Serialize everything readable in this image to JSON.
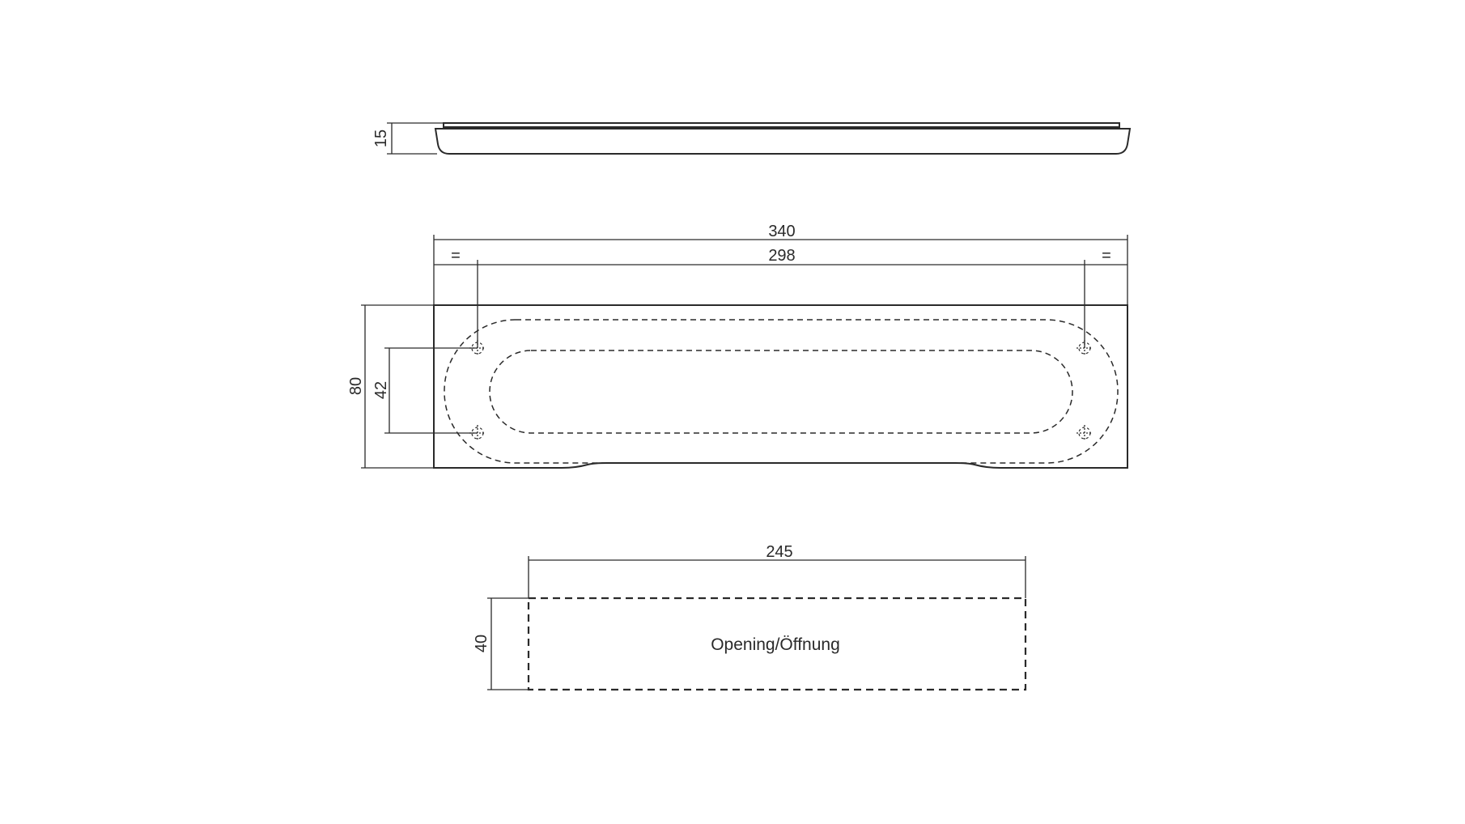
{
  "side_view": {
    "height_dim": "15"
  },
  "front_view": {
    "overall_width_dim": "340",
    "hole_spacing_dim": "298",
    "equal_left": "=",
    "equal_right": "=",
    "height_dim": "80",
    "hole_vertical_dim": "42"
  },
  "opening_view": {
    "width_dim": "245",
    "height_dim": "40",
    "label": "Opening/Öffnung"
  },
  "colors": {
    "line": "#2a2a2a",
    "background": "#ffffff"
  }
}
